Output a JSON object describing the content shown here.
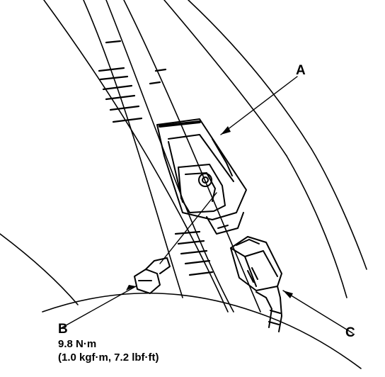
{
  "callouts": {
    "a": "A",
    "b": "B",
    "c": "C"
  },
  "torque": {
    "nm": "9.8 N·m",
    "alt": "(1.0 kgf·m, 7.2 lbf·ft)"
  },
  "colors": {
    "ink": "#000000",
    "background": "#ffffff"
  }
}
